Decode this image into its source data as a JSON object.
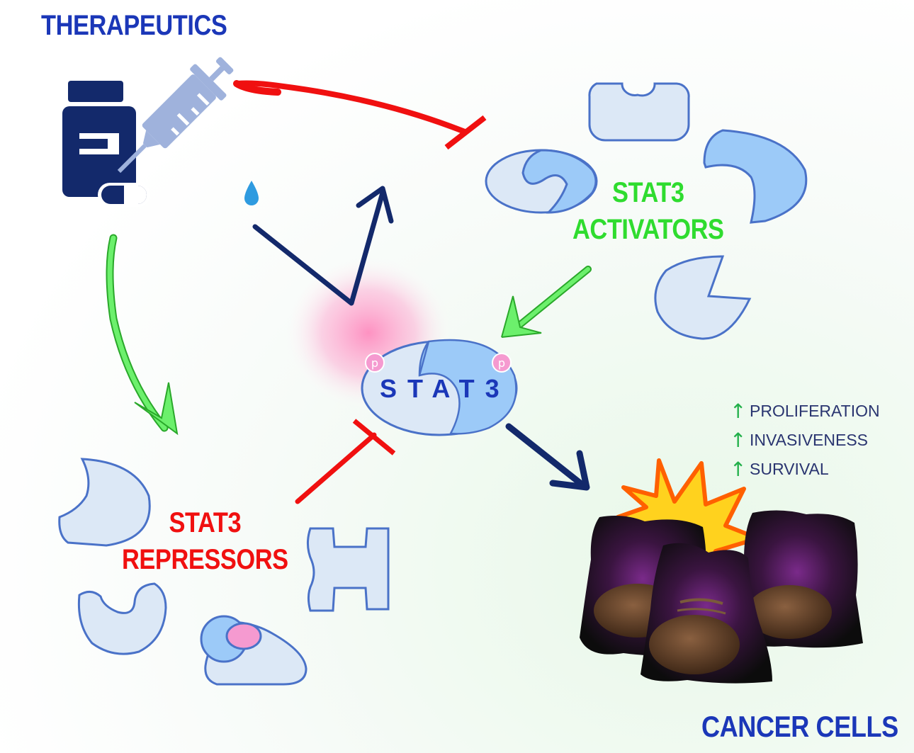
{
  "labels": {
    "therapeutics": "THERAPEUTICS",
    "activators_line1": "STAT3",
    "activators_line2": "ACTIVATORS",
    "repressors_line1": "STAT3",
    "repressors_line2": "REPRESSORS",
    "cancer_cells": "CANCER CELLS",
    "stat3": "STAT3",
    "phospho_left": "p",
    "phospho_right": "p"
  },
  "effects": [
    {
      "arrow": "↑",
      "label": "PROLIFERATION"
    },
    {
      "arrow": "↑",
      "label": "INVASIVENESS"
    },
    {
      "arrow": "↑",
      "label": "SURVIVAL"
    }
  ],
  "colors": {
    "navy": "#13296b",
    "inhibit_red": "#f01010",
    "activate_green": "#5ae85a",
    "protein_fill": "#dce8f6",
    "protein_stroke": "#4a72c8",
    "protein_blue": "#9ccaf8",
    "phospho_pink": "#f59ad0"
  }
}
